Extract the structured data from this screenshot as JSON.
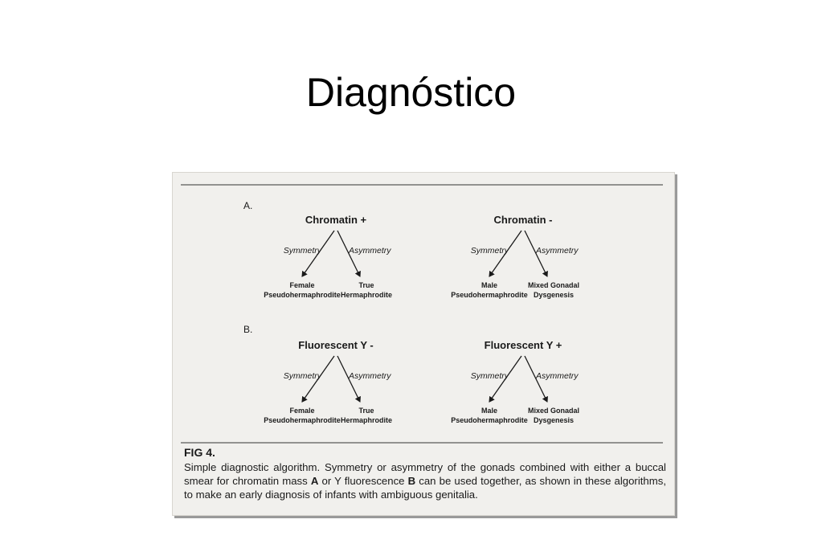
{
  "slide": {
    "title": "Diagnóstico"
  },
  "figure": {
    "sections": [
      {
        "label": "A.",
        "trees": [
          {
            "root": "Chromatin +",
            "left_branch": "Symmetry",
            "right_branch": "Asymmetry",
            "left_leaf": [
              "Female",
              "Pseudohermaphrodite"
            ],
            "right_leaf": [
              "True",
              "Hermaphrodite"
            ]
          },
          {
            "root": "Chromatin -",
            "left_branch": "Symmetry",
            "right_branch": "Asymmetry",
            "left_leaf": [
              "Male",
              "Pseudohermaphrodite"
            ],
            "right_leaf": [
              "Mixed Gonadal",
              "Dysgenesis"
            ]
          }
        ]
      },
      {
        "label": "B.",
        "trees": [
          {
            "root": "Fluorescent Y -",
            "left_branch": "Symmetry",
            "right_branch": "Asymmetry",
            "left_leaf": [
              "Female",
              "Pseudohermaphrodite"
            ],
            "right_leaf": [
              "True",
              "Hermaphrodite"
            ]
          },
          {
            "root": "Fluorescent Y +",
            "left_branch": "Symmetry",
            "right_branch": "Asymmetry",
            "left_leaf": [
              "Male",
              "Pseudohermaphrodite"
            ],
            "right_leaf": [
              "Mixed Gonadal",
              "Dysgenesis"
            ]
          }
        ]
      }
    ],
    "caption": {
      "title": "FIG 4.",
      "part1": "Simple diagnostic algorithm. Symmetry or asymmetry of the gonads combined with either a buccal smear for chromatin mass ",
      "bold_a": "A",
      "part2": " or Y fluorescence ",
      "bold_b": "B",
      "part3": " can be used together, as shown in these algorithms, to make an early diagnosis of infants with ambiguous genitalia."
    }
  }
}
